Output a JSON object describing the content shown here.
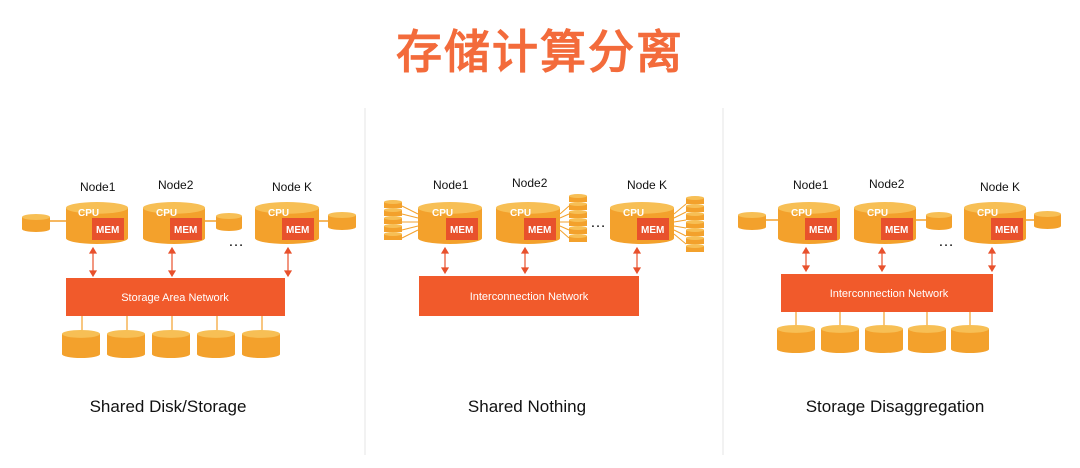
{
  "title": "存储计算分离",
  "colors": {
    "accent": "#F36B3B",
    "network": "#F15A2B",
    "cylinder": "#F3A12C",
    "cylinder_top": "#F7BF55",
    "mem": "#E8512C",
    "divider": "#E6E6E6"
  },
  "panels": [
    {
      "caption": "Shared Disk/Storage",
      "network_label": "Storage Area Network",
      "nodes": [
        {
          "label": "Node1",
          "cpu": "CPU",
          "mem": "MEM"
        },
        {
          "label": "Node2",
          "cpu": "CPU",
          "mem": "MEM"
        },
        {
          "label": "Node K",
          "cpu": "CPU",
          "mem": "MEM"
        }
      ],
      "ellipsis": "…"
    },
    {
      "caption": "Shared Nothing",
      "network_label": "Interconnection Network",
      "nodes": [
        {
          "label": "Node1",
          "cpu": "CPU",
          "mem": "MEM"
        },
        {
          "label": "Node2",
          "cpu": "CPU",
          "mem": "MEM"
        },
        {
          "label": "Node K",
          "cpu": "CPU",
          "mem": "MEM"
        }
      ],
      "ellipsis": "…"
    },
    {
      "caption": "Storage Disaggregation",
      "network_label": "Interconnection Network",
      "nodes": [
        {
          "label": "Node1",
          "cpu": "CPU",
          "mem": "MEM"
        },
        {
          "label": "Node2",
          "cpu": "CPU",
          "mem": "MEM"
        },
        {
          "label": "Node K",
          "cpu": "CPU",
          "mem": "MEM"
        }
      ],
      "ellipsis": "…"
    }
  ]
}
